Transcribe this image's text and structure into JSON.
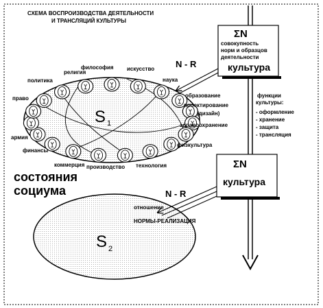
{
  "diagram": {
    "title_line1": "СХЕМА ВОСПРОИЗВОДСТВА ДЕЯТЕЛЬНОСТИ",
    "title_line2": "И ТРАНСЛЯЦИЙ КУЛЬТУРЫ",
    "s1": {
      "letter": "S",
      "sub": "1"
    },
    "s2": {
      "letter": "S",
      "sub": "2"
    },
    "states_line1": "состояния",
    "states_line2": "социума",
    "box_top": {
      "sigma": "ΣN",
      "line1": "совокупность",
      "line2": "норм и образцов",
      "line3": "деятельности",
      "culture": "культура"
    },
    "box_mid": {
      "sigma": "ΣN",
      "culture": "культура"
    },
    "nr_top": "N - R",
    "nr_mid": "N - R",
    "relation_line1": "отношение",
    "relation_line2": "НОРМЫ-РЕАЛИЗАЦИЯ",
    "functions": {
      "header1": "функции",
      "header2": "культуры:",
      "items": [
        "- оформление",
        "- хранение",
        "- защита",
        "- трансляция"
      ]
    },
    "ring_labels": [
      "философия",
      "религия",
      "политика",
      "искусство",
      "наука",
      "право",
      "образование",
      "проектирование",
      "(дизайн)",
      "армия",
      "здравоохранение",
      "финансы",
      "физкультура",
      "коммерция",
      "производство",
      "технология"
    ]
  }
}
